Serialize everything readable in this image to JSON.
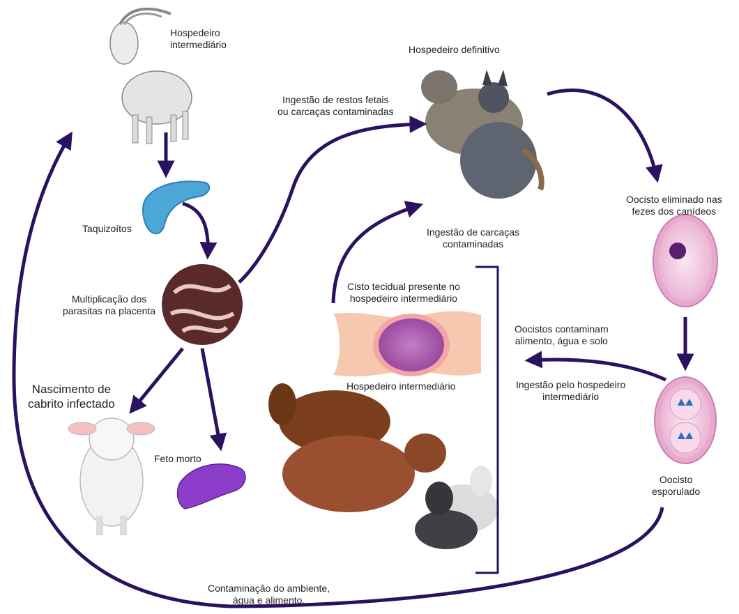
{
  "colors": {
    "arrow": "#2a1260",
    "placenta": "#5a2a2a",
    "oocyst_outer": "#e8a9cf",
    "oocyst_inner": "#f3d3e7",
    "cyst_tissue": "#f6c8b0",
    "cyst": "#b466b8"
  },
  "labels": {
    "goat_host": "Hospedeiro\nintermediário",
    "definitive_host": "Hospedeiro definitivo",
    "ingest_fetal": "Ingestão de restos fetais\nou carcaças contaminadas",
    "oocyst_eliminated": "Oocisto eliminado nas\nfezes dos canídeos",
    "tachyzoites": "Taquizoítos",
    "ingest_carcass": "Ingestão de carcaças\ncontaminadas",
    "multiplication": "Multiplicação dos\nparasitas na placenta",
    "tissue_cyst": "Cisto tecidual presente no\nhospedeiro intermediário",
    "oocysts_contaminate": "Oocistos contaminam\nalimento, água e solo",
    "birth": "Nascimento de\ncabrito infectado",
    "intermediate_host": "Hospedeiro intermediário",
    "ingest_by_host": "Ingestão pelo hospedeiro\nintermediário",
    "dead_fetus": "Feto morto",
    "sporulated": "Oocisto\nesporulado",
    "environment": "Contaminação do ambiente,\nágua e alimento."
  }
}
